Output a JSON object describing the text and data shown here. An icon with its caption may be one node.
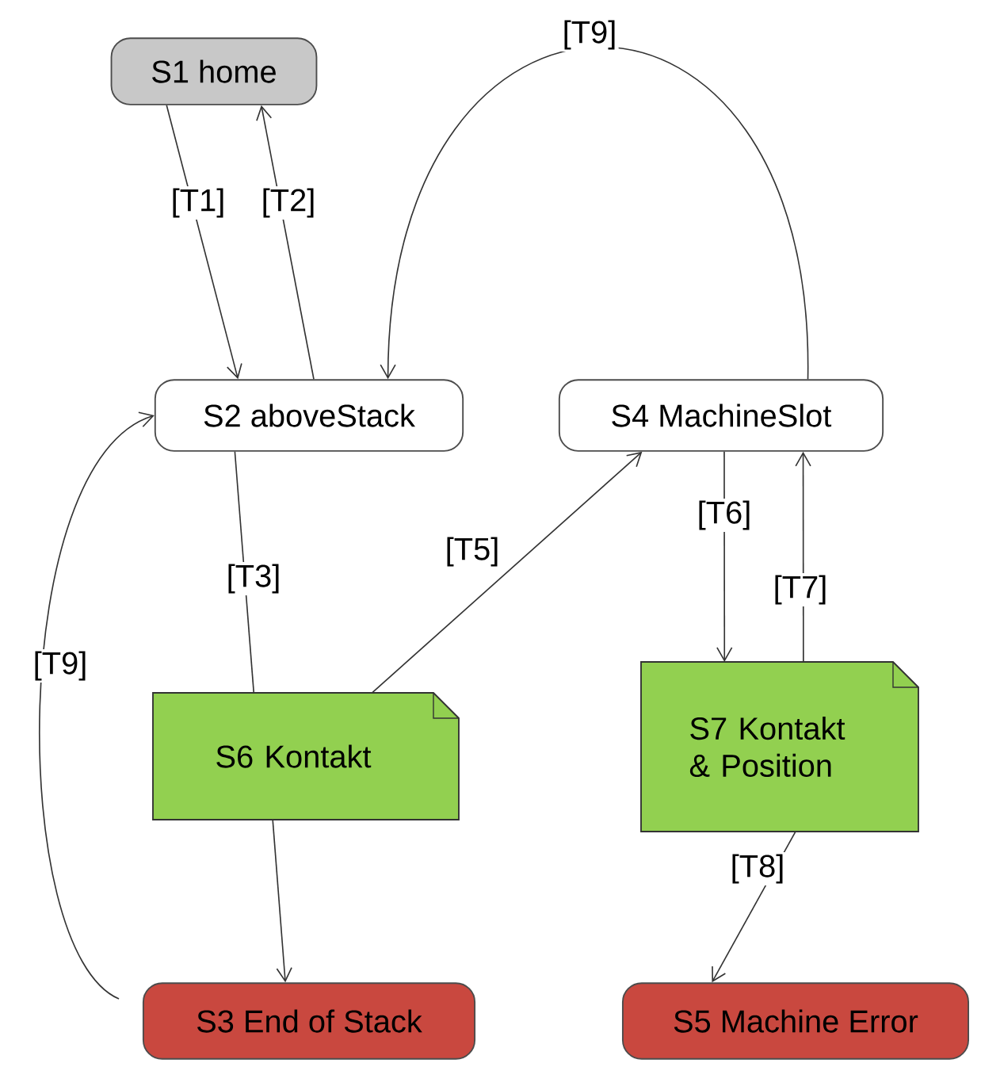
{
  "diagram": {
    "nodes": [
      {
        "text": [
          "S1 home"
        ]
      },
      {
        "text": [
          "S2 aboveStack"
        ]
      },
      {
        "text": [
          "S4 MachineSlot"
        ]
      },
      {
        "text": [
          "S6 Kontakt"
        ]
      },
      {
        "text": [
          "S7 Kontakt & Position"
        ]
      },
      {
        "text": [
          "S3 End of Stack"
        ]
      },
      {
        "text": [
          "S5 Machine Error"
        ]
      }
    ],
    "edges": [
      {
        "from": 0,
        "to": 1,
        "arrow": "to",
        "label": "[T1]"
      },
      {
        "from": 1,
        "to": 0,
        "arrow": "to",
        "label": "[T2]"
      },
      {
        "from": 2,
        "to": 1,
        "arrow": "to",
        "label": "[T9]"
      },
      {
        "from": 1,
        "to": 3,
        "arrow": "none",
        "label": "[T3]"
      },
      {
        "from": 3,
        "to": 5,
        "arrow": "to"
      },
      {
        "from": 3,
        "to": 2,
        "arrow": "to",
        "label": "[T5]"
      },
      {
        "from": 2,
        "to": 4,
        "arrow": "to",
        "label": "[T6]"
      },
      {
        "from": 4,
        "to": 2,
        "arrow": "to",
        "label": "[T7]"
      },
      {
        "from": 4,
        "to": 6,
        "arrow": "to",
        "label": "[T8]"
      },
      {
        "from": 5,
        "to": 1,
        "arrow": "to",
        "label": "[T9]"
      }
    ]
  }
}
